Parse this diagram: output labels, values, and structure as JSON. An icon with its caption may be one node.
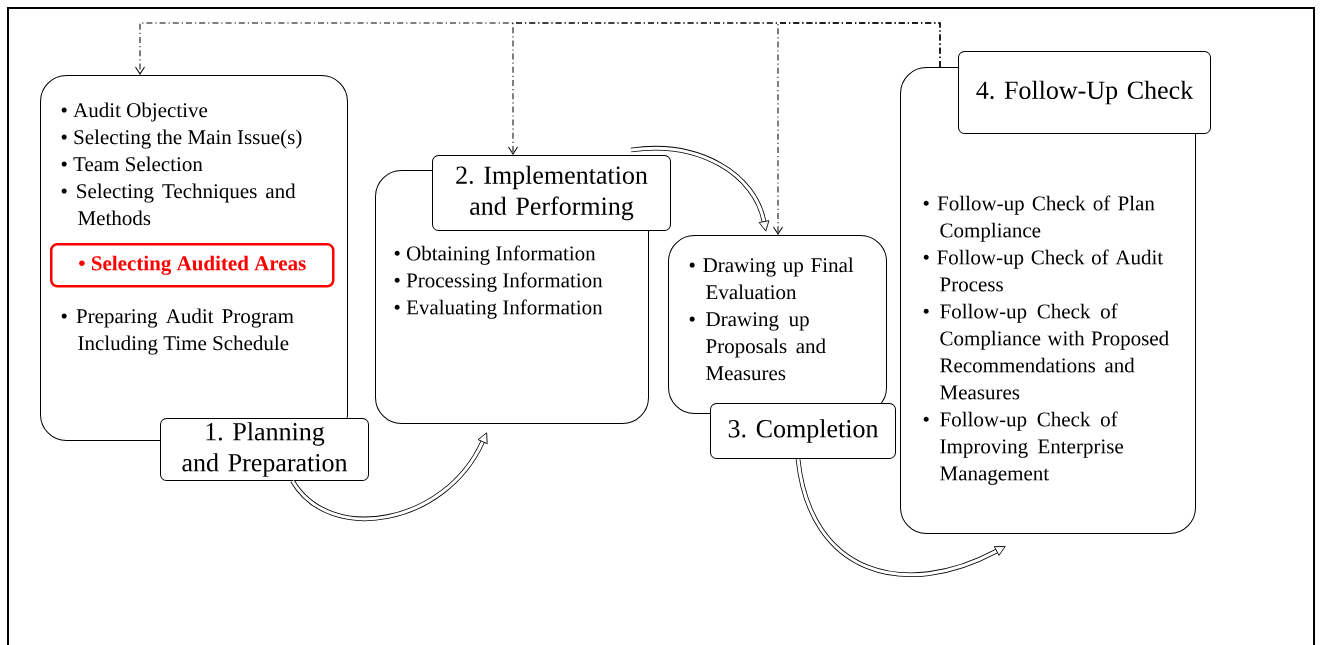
{
  "diagram": {
    "nodes": [
      {
        "text": [
          "• Audit Objective",
          "• Selecting the Main Issue(s)",
          "• Team Selection",
          "• Selecting Techniques and Methods",
          "• Preparing Audit Program Including Time Schedule"
        ]
      },
      {
        "text": [
          "• Selecting Audited Areas"
        ],
        "in": 0
      },
      {
        "text": [
          "1. Planning and Preparation"
        ]
      },
      {
        "text": [
          "• Obtaining Information",
          "• Processing Information",
          "• Evaluating Information"
        ]
      },
      {
        "text": [
          "2. Implementation and Performing"
        ]
      },
      {
        "text": [
          "• Drawing up Final Evaluation",
          "• Drawing up Proposals and Measures"
        ]
      },
      {
        "text": [
          "3. Completion"
        ]
      },
      {
        "text": [
          "• Follow-up Check of Plan Compliance",
          "• Follow-up Check of Audit Process",
          "• Follow-up Check of Compliance with Proposed Recommendations and Measures",
          "• Follow-up Check of Improving Enterprise Management"
        ]
      },
      {
        "text": [
          "4. Follow-Up Check"
        ]
      }
    ],
    "edges": [
      {
        "from": 2,
        "to": 3,
        "arrow": "to",
        "style": "thick"
      },
      {
        "from": 4,
        "to": 5,
        "arrow": "to",
        "style": "thick"
      },
      {
        "from": 6,
        "to": 7,
        "arrow": "to",
        "style": "thick"
      },
      {
        "from": 7,
        "to": 0,
        "arrow": "to",
        "style": "dashed"
      },
      {
        "from": 7,
        "to": 4,
        "arrow": "to",
        "style": "dashed"
      },
      {
        "from": 7,
        "to": 5,
        "arrow": "to",
        "style": "dashed"
      }
    ]
  }
}
